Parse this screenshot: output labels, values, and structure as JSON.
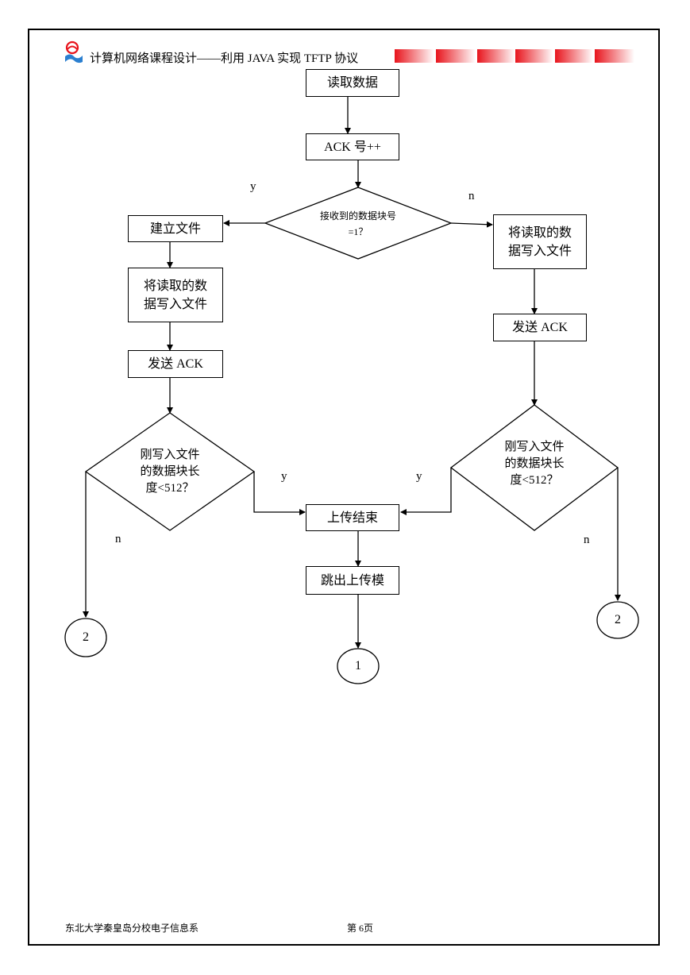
{
  "header": {
    "title": "计算机网络课程设计——利用 JAVA 实现 TFTP 协议",
    "accent_color": "#e8141c"
  },
  "flowchart": {
    "read_data": "读取数据",
    "ack_inc": "ACK 号++",
    "decision_block": {
      "line1": "接收到的数据块号",
      "line2": "=1？"
    },
    "create_file": "建立文件",
    "write_left": {
      "line1": "将读取的数",
      "line2": "据写入文件"
    },
    "send_ack_left": "发送 ACK",
    "decision_len_left": {
      "line1": "刚写入文件",
      "line2": "的数据块长",
      "line3": "度<512？"
    },
    "write_right": {
      "line1": "将读取的数",
      "line2": "据写入文件"
    },
    "send_ack_right": "发送 ACK",
    "decision_len_right": {
      "line1": "刚写入文件",
      "line2": "的数据块长",
      "line3": "度<512？"
    },
    "upload_end": "上传结束",
    "exit_upload": "跳出上传模",
    "connector_left": "2",
    "connector_center": "1",
    "connector_right": "2",
    "label_y_top": "y",
    "label_n_top": "n",
    "label_y_left": "y",
    "label_n_left": "n",
    "label_y_right": "y",
    "label_n_right": "n"
  },
  "footer": {
    "org": "东北大学秦皇岛分校电子信息系",
    "page": "第 6页"
  }
}
